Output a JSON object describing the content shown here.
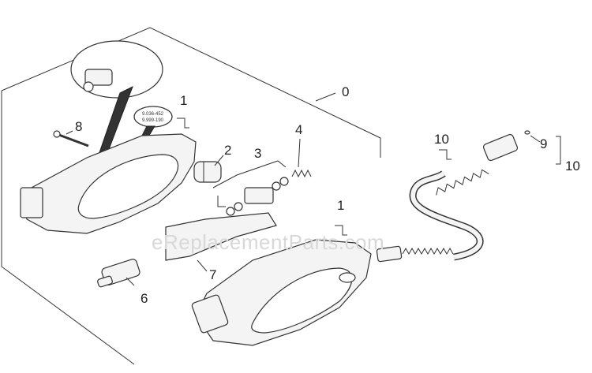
{
  "watermark": "eReplacementParts.com",
  "callouts": {
    "assembly": "0",
    "housing_left": "1",
    "housing_right": "1",
    "valve": "2",
    "seals": "3",
    "spring": "4",
    "sleeve": "6",
    "lever": "7",
    "screw": "8",
    "oring": "9",
    "hose_label": "10",
    "hose_bracket": "10"
  },
  "detail_note": {
    "line1": "9.036-452",
    "line2": "9.999-190"
  }
}
